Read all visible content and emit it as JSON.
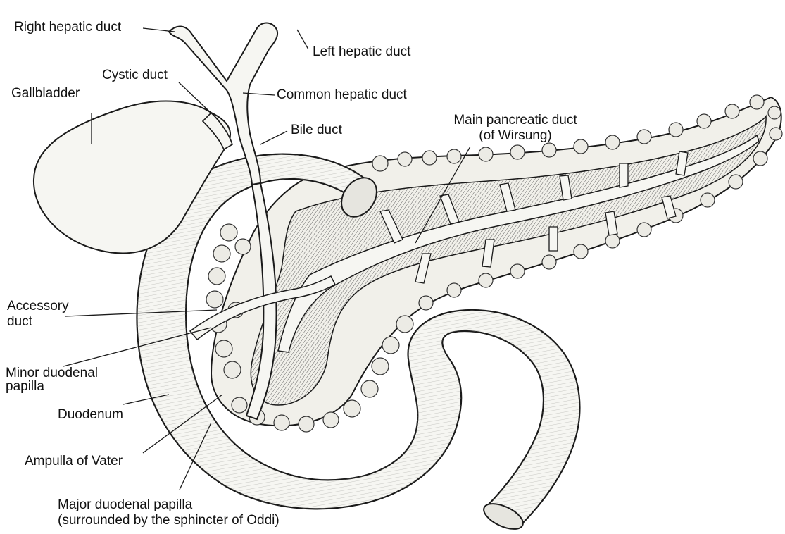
{
  "labels": {
    "right_hepatic_duct": "Right hepatic duct",
    "left_hepatic_duct": "Left hepatic duct",
    "cystic_duct": "Cystic duct",
    "gallbladder": "Gallbladder",
    "common_hepatic_duct": "Common hepatic duct",
    "bile_duct": "Bile duct",
    "main_pancreatic_duct_line1": "Main pancreatic duct",
    "main_pancreatic_duct_line2": "(of Wirsung)",
    "accessory_duct_line1": "Accessory",
    "accessory_duct_line2": "duct",
    "minor_duodenal_papilla_line1": "Minor duodenal",
    "minor_duodenal_papilla_line2": "papilla",
    "duodenum": "Duodenum",
    "ampulla_of_vater": "Ampulla of Vater",
    "major_duodenal_papilla_line1": "Major duodenal papilla",
    "major_duodenal_papilla_line2": "(surrounded by the sphincter of Oddi)"
  },
  "colors": {
    "ink": "#1a1a1a",
    "organ_fill": "#f6f6f2",
    "pancreas_fill": "#f1f0ea",
    "duct_fill": "#a9a6a0",
    "lobule_fill": "#ecebe5"
  }
}
